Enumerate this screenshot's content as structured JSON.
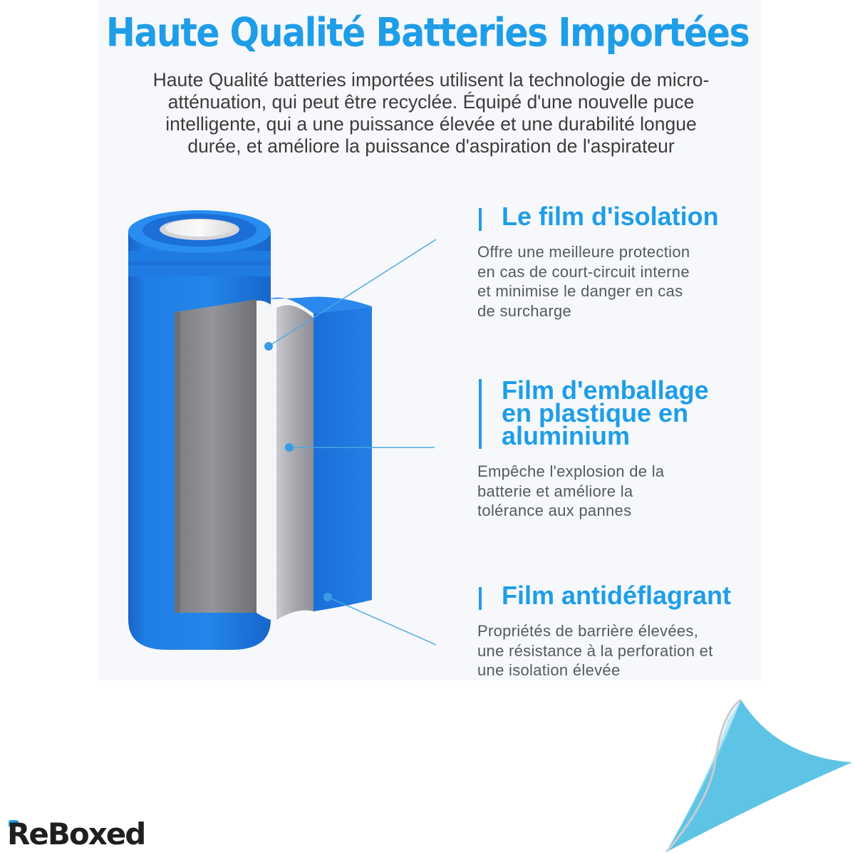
{
  "headline": "Haute Qualité Batteries Importées",
  "intro": {
    "lines": [
      "Haute Qualité batteries importées utilisent la technologie de micro-",
      "atténuation, qui peut être recyclée. Équipé d'une nouvelle puce",
      "intelligente, qui a une puissance élevée et une durabilité longue",
      "durée, et améliore la puissance d'aspiration de l'aspirateur"
    ]
  },
  "features": [
    {
      "title_lines": [
        "Le film d'isolation"
      ],
      "desc_lines": [
        "Offre une meilleure protection",
        "en cas de court-circuit interne",
        "et minimise le danger en cas",
        "de surcharge"
      ]
    },
    {
      "title_lines": [
        "Film d'emballage",
        "en plastique en",
        "aluminium"
      ],
      "desc_lines": [
        "Empêche l'explosion de la",
        "batterie et améliore la",
        "tolérance aux pannes"
      ]
    },
    {
      "title_lines": [
        "Film antidéflagrant"
      ],
      "desc_lines": [
        "Propriétés de barrière élevées,",
        "une résistance à la perforation et",
        "une isolation élevée"
      ]
    }
  ],
  "logo": {
    "text": "ReBoxed"
  },
  "colors": {
    "accent": "#1e9de8",
    "battery_blue": "#1f78dd",
    "text_dark": "#3c3c3c",
    "text_muted": "#555a60",
    "page_curl": "#5ec4e6"
  },
  "icons": {
    "battery": "battery-cell-illustration",
    "page_curl": "page-curl-corner"
  }
}
